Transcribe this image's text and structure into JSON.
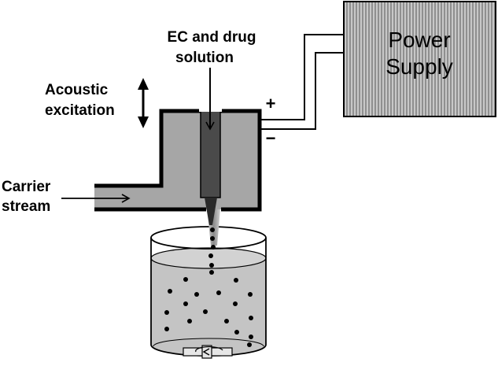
{
  "labels": {
    "ec_line1": "EC and drug",
    "ec_line2": "solution",
    "acoustic_line1": "Acoustic",
    "acoustic_line2": "excitation",
    "carrier_line1": "Carrier",
    "carrier_line2": "stream",
    "power_line1": "Power",
    "power_line2": "Supply",
    "plus": "+",
    "minus": "−"
  },
  "colors": {
    "chamber_fill": "#a6a6a6",
    "liquid_fill": "#c4c4c4",
    "needle_fill": "#4a4a4a",
    "power_supply_fill": "#b3b3b3"
  }
}
